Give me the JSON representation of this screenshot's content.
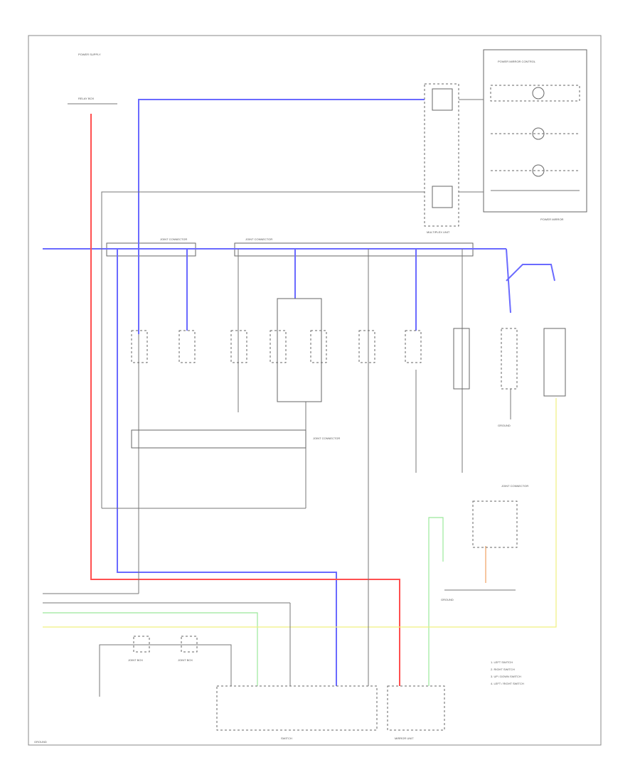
{
  "colors": {
    "blue": "#6a6aff",
    "red": "#ff5050",
    "green": "#9be89b",
    "yellow": "#f0f080",
    "orange": "#f0a060",
    "line": "#777777"
  },
  "labels": {
    "power_supply": "POWER SUPPLY",
    "relay_box": "RELAY BOX",
    "joint_connector_top_left": "JOINT CONNECTOR",
    "joint_connector_top_mid": "JOINT CONNECTOR",
    "multiplex_unit": "MULTIPLEX UNIT",
    "actuator_group_title": "POWER MIRROR CONTROL",
    "actuator_group_note": "POWER MIRROR",
    "joint_connector_lower": "JOINT CONNECTOR",
    "joint_connector_right": "JOINT CONNECTOR",
    "ground_lower_left": "GROUND",
    "ground_right": "GROUND",
    "joint_box_1": "JOINT BOX",
    "joint_box_2": "JOINT BOX",
    "bottom_switch": "SWITCH",
    "bottom_unit": "MIRROR UNIT",
    "footer_ref": "GROUND"
  },
  "legend": [
    "1. LEFT SWITCH",
    "2. RIGHT SWITCH",
    "3. UP / DOWN SWITCH",
    "4. LEFT / RIGHT SWITCH"
  ]
}
